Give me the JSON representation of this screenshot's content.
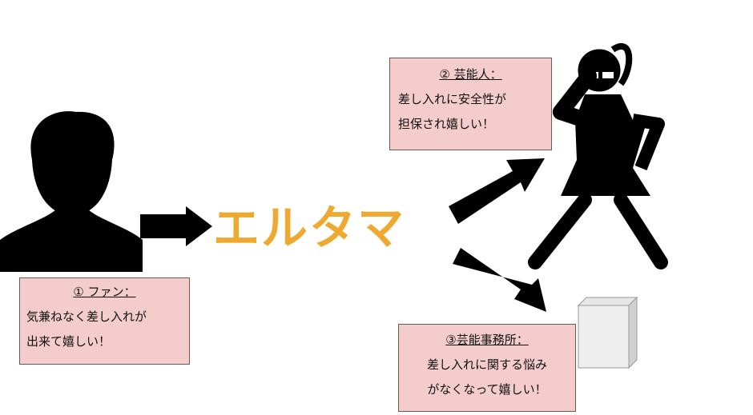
{
  "logo": {
    "text": "エルタマ",
    "color": "#eea930"
  },
  "fan": {
    "title": "① ファン：",
    "lines": [
      "気兼ねなく差し入れが",
      "出来て嬉しい！"
    ]
  },
  "talent": {
    "title": "② 芸能人：",
    "lines": [
      "差し入れに安全性が",
      "担保され嬉しい！"
    ]
  },
  "agency": {
    "title": "③芸能事務所：",
    "lines": [
      "差し入れに関する悩み",
      "がなくなって嬉しい！"
    ]
  },
  "colors": {
    "box_fill": "#f4cccc",
    "box_border": "#6b5a4e"
  }
}
